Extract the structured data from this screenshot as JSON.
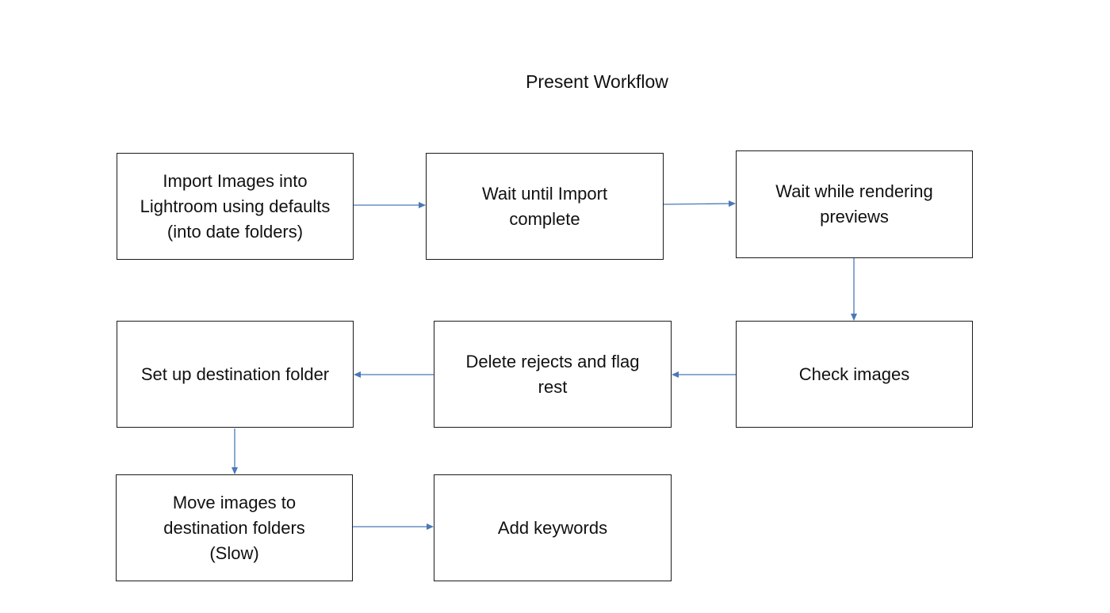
{
  "title": "Present Workflow",
  "steps": {
    "import": "Import Images into\nLightroom using defaults\n(into date folders)",
    "wait_import": "Wait until Import\ncomplete",
    "wait_render": "Wait while rendering\npreviews",
    "check": "Check images",
    "delete": "Delete rejects and flag\nrest",
    "setup": "Set up destination folder",
    "move": "Move images to\ndestination folders\n(Slow)",
    "keywords": "Add keywords"
  },
  "colors": {
    "arrow": "#4a78b8",
    "box_border": "#1a1a1a"
  }
}
